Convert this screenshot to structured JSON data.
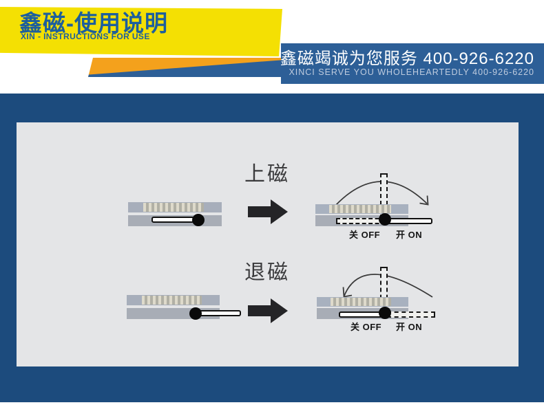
{
  "header": {
    "title": "鑫磁-使用说明",
    "subtitle": "XIN - INSTRUCTIONS FOR USE",
    "service_cn": "鑫磁竭诚为您服务 400-926-6220",
    "service_en": "XINCI SERVE YOU WHOLEHEARTEDLY 400-926-6220"
  },
  "colors": {
    "banner_yellow": "#f4e003",
    "title_blue": "#1d5f9c",
    "accent_orange": "#f4a11c",
    "band_blue": "#2d5f97",
    "frame_blue": "#1c4b7d",
    "panel_gray": "#e4e5e7"
  },
  "diagram": {
    "rows": [
      {
        "label": "上磁",
        "off_label": "关 OFF",
        "on_label": "开 ON"
      },
      {
        "label": "退磁",
        "off_label": "关 OFF",
        "on_label": "开 ON"
      }
    ],
    "icons": [
      "arrow-right-icon",
      "rotation-arc-icon",
      "pivot-knob",
      "handle-lever"
    ]
  }
}
